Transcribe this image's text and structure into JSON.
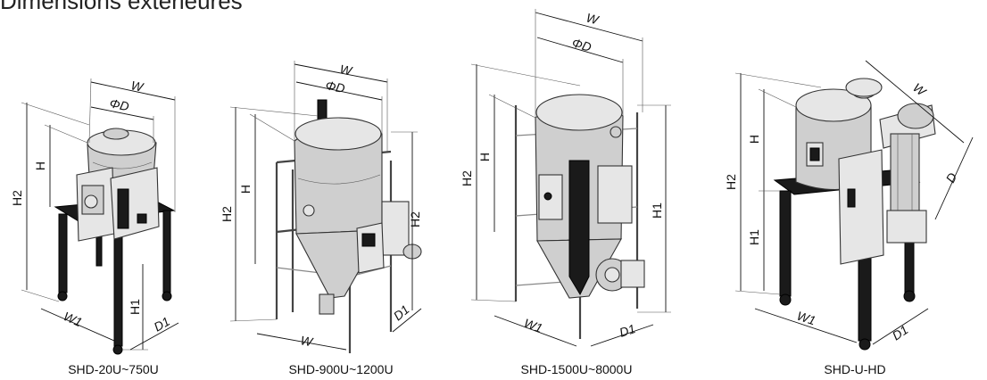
{
  "title": "Dimensions extérieures",
  "figures": [
    {
      "caption": "SHD-20U~750U",
      "labels": {
        "w": "W",
        "phid": "ΦD",
        "h": "H",
        "h2": "H2",
        "h1": "H1",
        "w1": "W1",
        "d1": "D1"
      }
    },
    {
      "caption": "SHD-900U~1200U",
      "labels": {
        "w": "W",
        "phid": "ΦD",
        "h": "H",
        "h2": "H2",
        "h2r": "H2",
        "wb": "W",
        "d1": "D1"
      }
    },
    {
      "caption": "SHD-1500U~8000U",
      "labels": {
        "w": "W",
        "phid": "ΦD",
        "h": "H",
        "h2": "H2",
        "h1": "H1",
        "w1": "W1",
        "d1": "D1"
      }
    },
    {
      "caption": "SHD-U-HD",
      "labels": {
        "w": "W",
        "d": "D",
        "h": "H",
        "h2": "H2",
        "h1": "H1",
        "w1": "W1",
        "d1": "D1"
      }
    }
  ]
}
